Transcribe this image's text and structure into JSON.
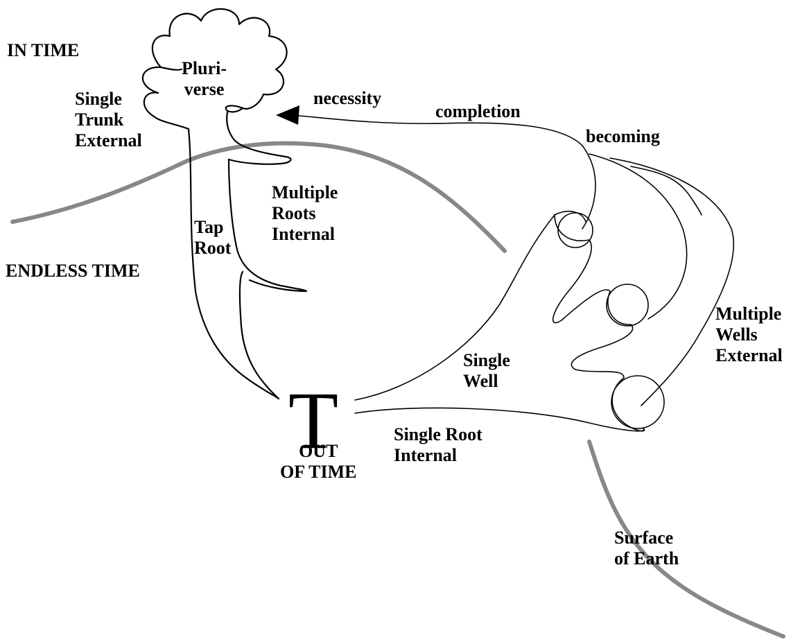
{
  "labels": {
    "in_time": "IN TIME",
    "endless_time": "ENDLESS TIME",
    "pluriverse": [
      "Pluri-",
      "verse"
    ],
    "single_trunk": [
      "Single",
      "Trunk",
      "External"
    ],
    "necessity": "necessity",
    "completion": "completion",
    "becoming": "becoming",
    "multiple_roots": [
      "Multiple",
      "Roots",
      "Internal"
    ],
    "tap_root": [
      "Tap",
      "Root"
    ],
    "t_symbol": "T",
    "out_of_time": [
      "OUT",
      "OF TIME"
    ],
    "single_well": [
      "Single",
      "Well"
    ],
    "single_root": [
      "Single Root",
      "Internal"
    ],
    "multiple_wells": [
      "Multiple",
      "Wells",
      "External"
    ],
    "surface_of_earth": [
      "Surface",
      "of Earth"
    ]
  },
  "colors": {
    "ink": "#000000",
    "earth_line": "#888888",
    "background": "#ffffff"
  }
}
